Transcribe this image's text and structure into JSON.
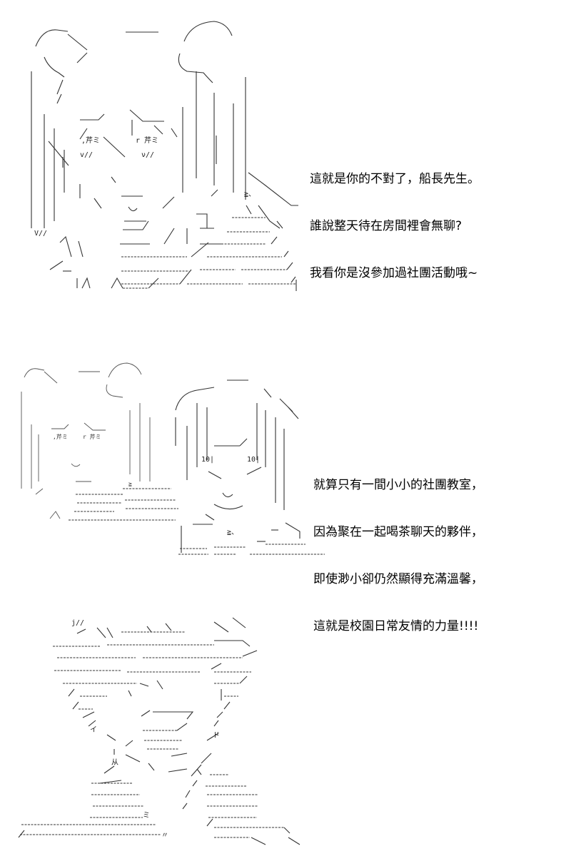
{
  "panels": [
    {
      "caption_lines": [
        "這就是你的不對了，船長先生。",
        "誰說整天待在房間裡會無聊?",
        "我看你是沒參加過社團活動哦~"
      ],
      "art_labels": [
        ",芹ミ",
        "r 芹ミ",
        "v//",
        "ν//",
        "V//",
        "≧、"
      ]
    },
    {
      "caption_lines": [
        "就算只有一間小小的社團教室，",
        "因為聚在一起喝茶聊天的夥伴，",
        "即使渺小卻仍然顯得充滿溫馨，",
        "這就是校園日常友情的力量!!!!"
      ],
      "art_labels": [
        ",芹ミ",
        "r 芹ミ",
        "10|",
        "10|",
        "≧",
        "≧、"
      ]
    },
    {
      "caption_lines": [],
      "art_labels": [
        "j//",
        "イ",
        "从",
        "ド",
        "ミ",
        "〃"
      ]
    }
  ]
}
